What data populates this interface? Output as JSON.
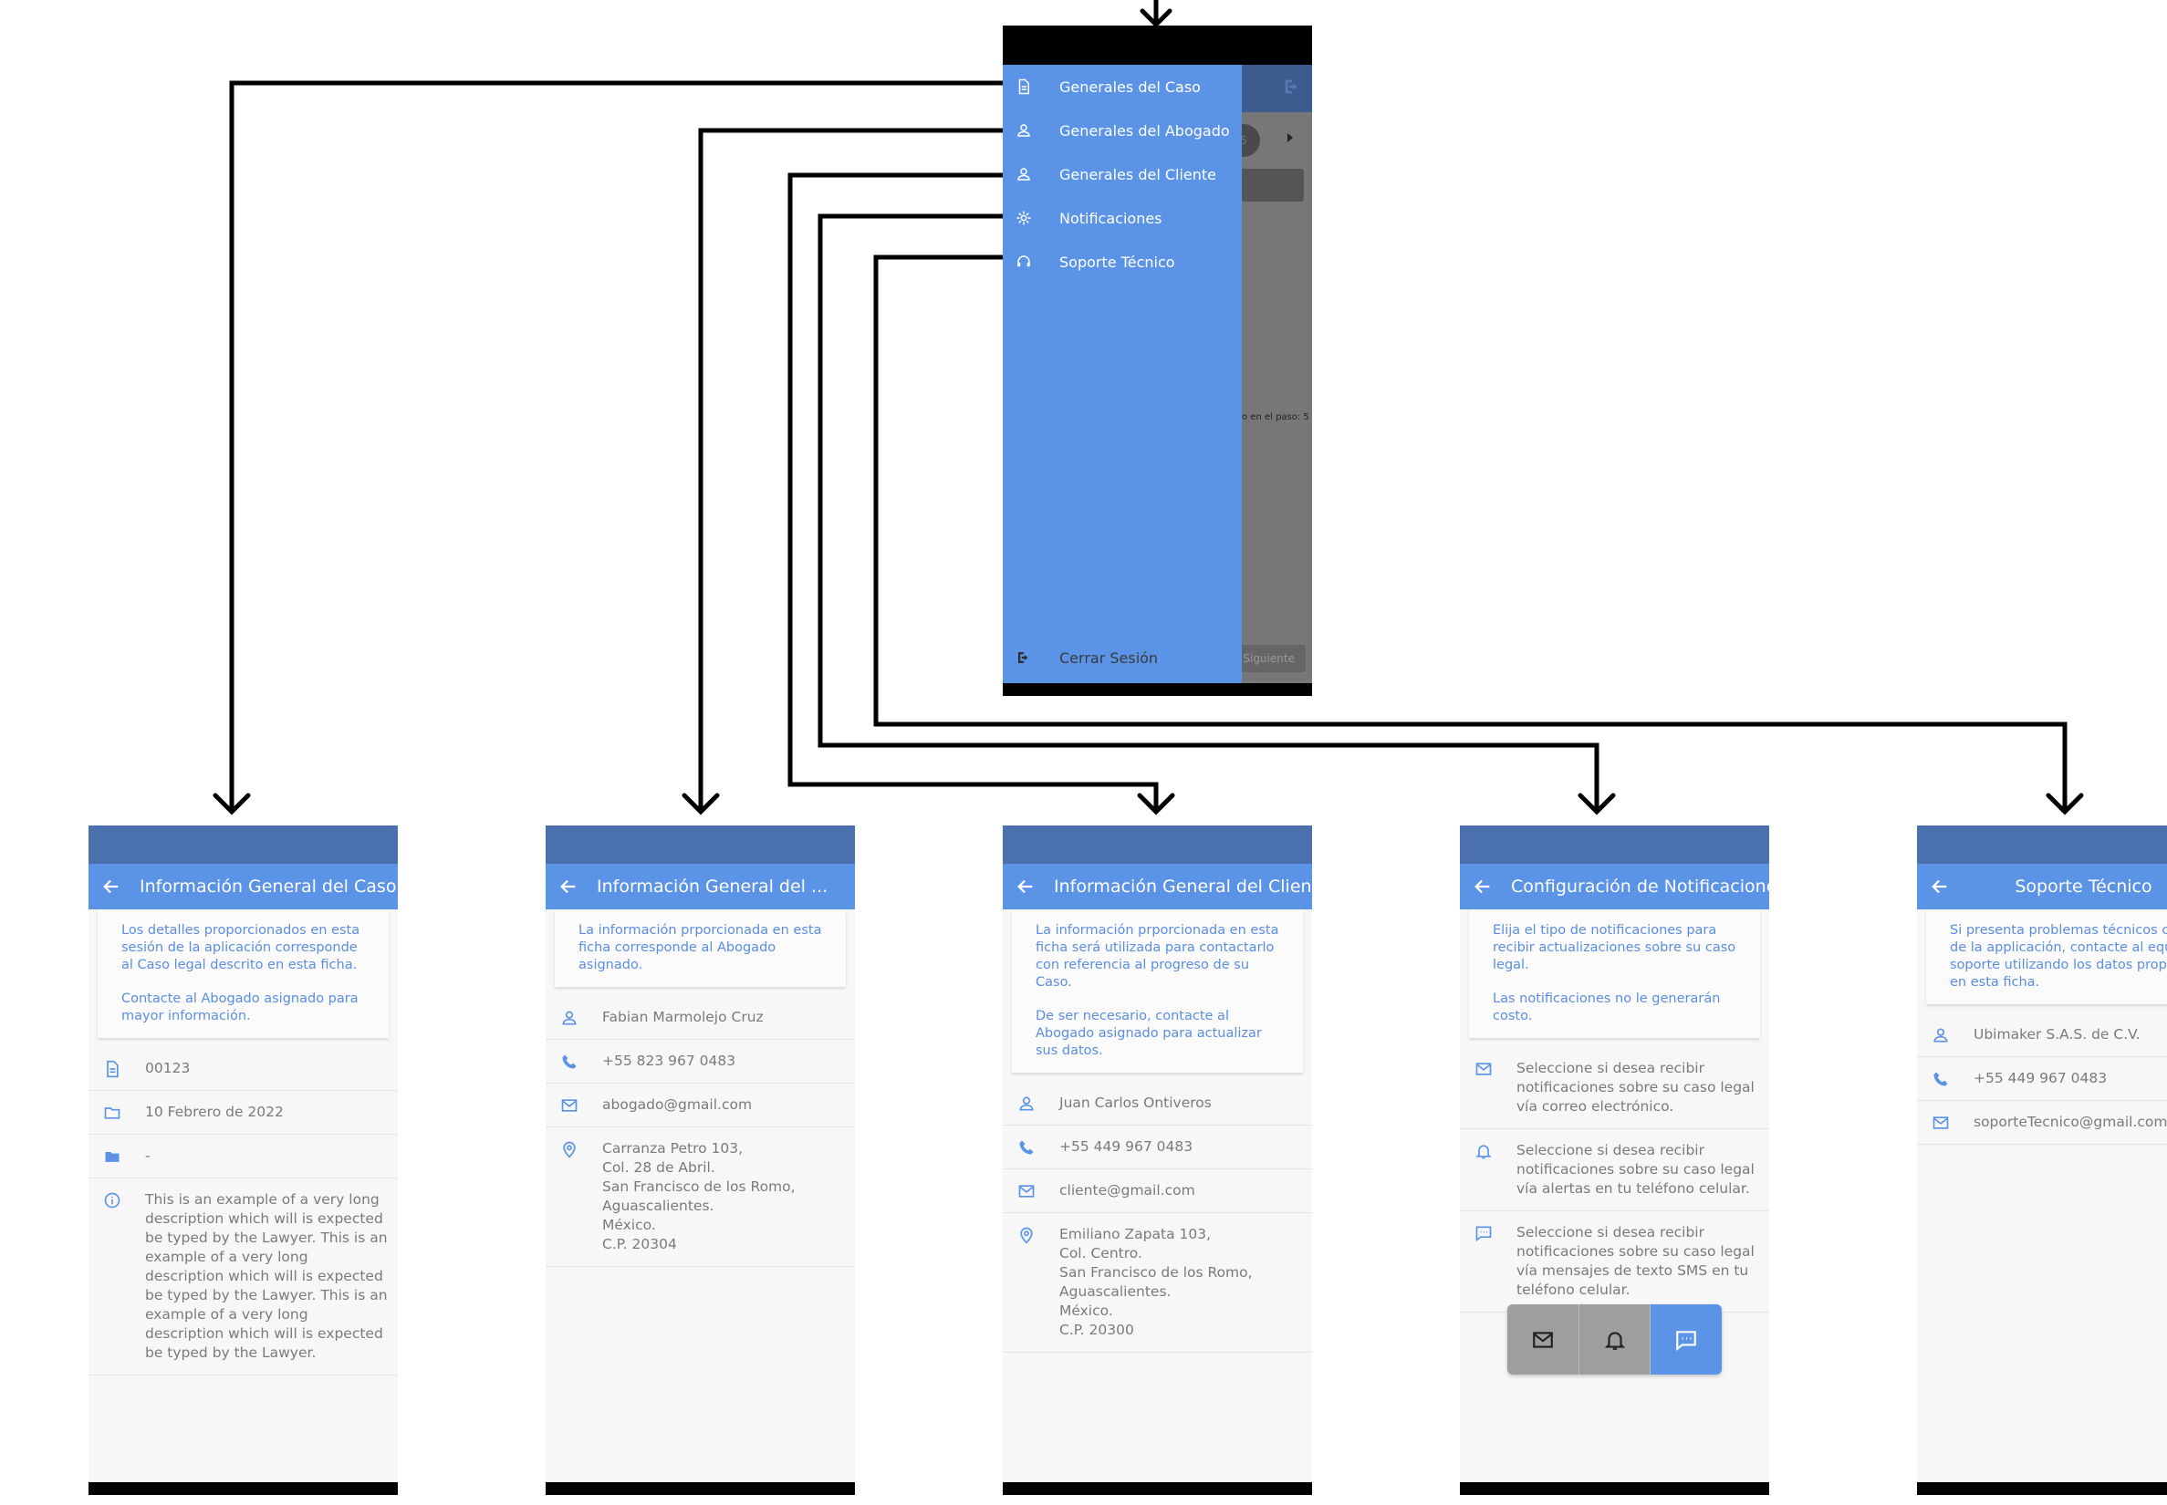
{
  "drawer": {
    "items": [
      {
        "label": "Generales del Caso",
        "icon": "file-icon"
      },
      {
        "label": "Generales del Abogado",
        "icon": "user-icon"
      },
      {
        "label": "Generales del Cliente",
        "icon": "user-icon"
      },
      {
        "label": "Notificaciones",
        "icon": "gear-icon"
      },
      {
        "label": "Soporte Técnico",
        "icon": "headset-icon"
      }
    ],
    "logout_label": "Cerrar Sesión",
    "background_hint": {
      "step_text": "o en el paso: 5",
      "step_circle": "5",
      "next_label": "Siguiente"
    }
  },
  "screens": {
    "caso": {
      "title": "Información General del Caso",
      "card": [
        "Los detalles proporcionados en esta sesión de la aplicación corresponde al Caso legal descrito en esta ficha.",
        "Contacte al Abogado asignado para mayor información."
      ],
      "rows": [
        {
          "icon": "document-icon",
          "text": "00123"
        },
        {
          "icon": "folder-outline-icon",
          "text": "10 Febrero de 2022"
        },
        {
          "icon": "folder-icon",
          "text": "-"
        },
        {
          "icon": "info-icon",
          "text": "This is an example of a very long description which will is expected be typed by the Lawyer. This is an example of a very long description which will is expected be typed by the Lawyer. This is an example of a very long description which will is expected be typed by the Lawyer."
        }
      ]
    },
    "abogado": {
      "title": "Información General del ...",
      "card": [
        "La información prporcionada en esta ficha corresponde al Abogado asignado."
      ],
      "rows": [
        {
          "icon": "user-icon",
          "text": "Fabian Marmolejo Cruz"
        },
        {
          "icon": "phone-icon",
          "text": "+55 823 967 0483"
        },
        {
          "icon": "mail-icon",
          "text": "abogado@gmail.com"
        },
        {
          "icon": "location-icon",
          "text": "Carranza Petro 103,\nCol. 28 de Abril.\nSan Francisco de los Romo,\nAguascalientes.\nMéxico.\nC.P. 20304"
        }
      ]
    },
    "cliente": {
      "title": "Información General del Cliente",
      "card": [
        "La información prporcionada en esta ficha será utilizada para contactarlo con referencia al progreso de su Caso.",
        "De ser necesario, contacte al Abogado asignado para actualizar sus datos."
      ],
      "rows": [
        {
          "icon": "user-icon",
          "text": "Juan Carlos Ontiveros"
        },
        {
          "icon": "phone-icon",
          "text": "+55 449 967 0483"
        },
        {
          "icon": "mail-icon",
          "text": "cliente@gmail.com"
        },
        {
          "icon": "location-icon",
          "text": "Emiliano Zapata 103,\nCol. Centro.\nSan Francisco de los Romo,\nAguascalientes.\nMéxico.\nC.P. 20300"
        }
      ]
    },
    "notificaciones": {
      "title": "Configuración de Notificaciones",
      "card": [
        "Elija el tipo de notificaciones para recibir actualizaciones sobre su caso legal.",
        "Las notificaciones no le generarán costo."
      ],
      "rows": [
        {
          "icon": "mail-icon",
          "text": "Seleccione si desea recibir notificaciones sobre su caso legal vía correo electrónico."
        },
        {
          "icon": "bell-icon",
          "text": "Seleccione si desea recibir notificaciones sobre su caso legal vía alertas en tu teléfono celular."
        },
        {
          "icon": "chat-icon",
          "text": "Seleccione si desea recibir notificaciones sobre su caso legal vía mensajes de texto SMS en tu teléfono celular."
        }
      ],
      "toggle": {
        "options": [
          "mail-icon",
          "bell-icon",
          "chat-icon"
        ],
        "active_index": 2
      }
    },
    "soporte": {
      "title": "Soporte Técnico",
      "card": [
        "Si presenta problemas técnicos con e de la applicación, contacte al equipo soporte utilizando los datos proporci en esta ficha."
      ],
      "rows": [
        {
          "icon": "user-icon",
          "text": "Ubimaker S.A.S. de C.V."
        },
        {
          "icon": "phone-icon",
          "text": "+55 449 967 0483"
        },
        {
          "icon": "mail-icon",
          "text": "soporteTecnico@gmail.com"
        }
      ]
    }
  },
  "colors": {
    "accent": "#5b93e6",
    "statusbar": "#4a70ad",
    "connector": "#000000",
    "card_text": "#5b8de3",
    "row_text": "#7a7a7a"
  }
}
